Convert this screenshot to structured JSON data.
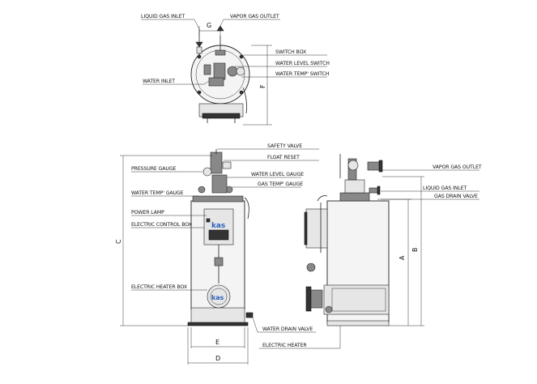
{
  "labels": {
    "top": {
      "liquid_gas_inlet": "LIQUID GAS INLET",
      "g": "G",
      "vapor_gas_outlet": "VAPOR GAS OUTLET",
      "switch_box": "SWITCH BOX",
      "water_level_switch": "WATER LEVEL SWITCH",
      "water_temp_switch": "WATER TEMP' SWITCH",
      "water_inlet": "WATER INLET",
      "f": "F"
    },
    "front": {
      "safety_valve": "SAFETY VALVE",
      "float_reset": "FLOAT RESET",
      "pressure_gauge": "PRESSURE GAUGE",
      "water_level_gauge": "WATER LEVEL GAUGE",
      "gas_temp_gauge": "GAS TEMP' GAUGE",
      "water_temp_gauge": "WATER TEMP' GAUGE",
      "power_lamp": "POWER LAMP",
      "electric_control_box": "ELECTRIC CONTROL BOX",
      "electric_heater_box": "ELECTRIC HEATER BOX",
      "water_drain_valve": "WATER DRAIN VALVE",
      "electric_heater": "ELECTRIC HEATER",
      "c": "C",
      "e": "E",
      "d": "D"
    },
    "side": {
      "vapor_gas_outlet": "VAPOR GAS OUTLET",
      "liquid_gas_inlet": "LIQUID GAS INLET",
      "gas_drain_valve": "GAS DRAIN VALVE",
      "a": "A",
      "b": "B"
    },
    "logo_text": "kas"
  },
  "colors": {
    "line": "#222222",
    "logo_blue": "#2b62b8",
    "background": "#ffffff"
  }
}
